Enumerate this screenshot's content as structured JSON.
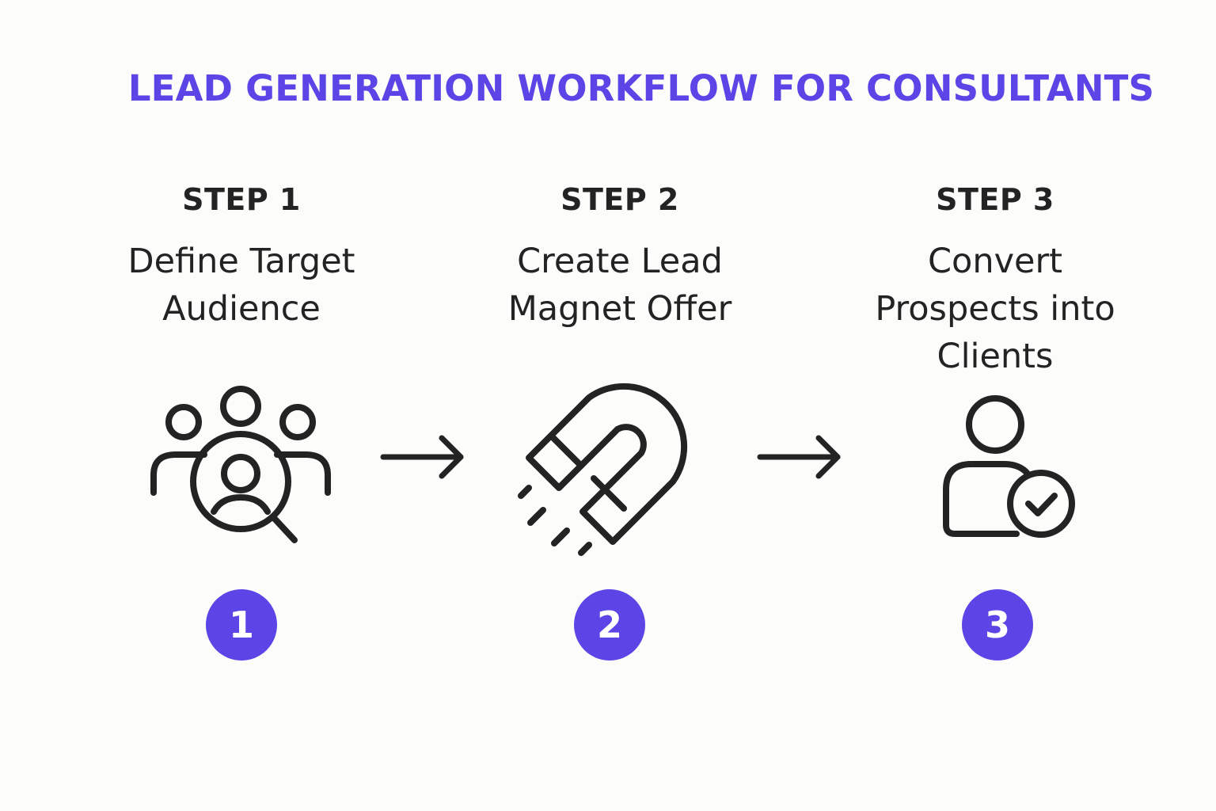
{
  "title": "LEAD GENERATION WORKFLOW FOR CONSULTANTS",
  "accent_color": "#5b45e6",
  "steps": [
    {
      "label": "STEP 1",
      "text": "Define Target\nAudience",
      "icon": "audience-search-icon",
      "number": "1"
    },
    {
      "label": "STEP 2",
      "text": "Create Lead\nMagnet Offer",
      "icon": "magnet-icon",
      "number": "2"
    },
    {
      "label": "STEP 3",
      "text": "Convert\nProspects into\nClients",
      "icon": "user-check-icon",
      "number": "3"
    }
  ]
}
